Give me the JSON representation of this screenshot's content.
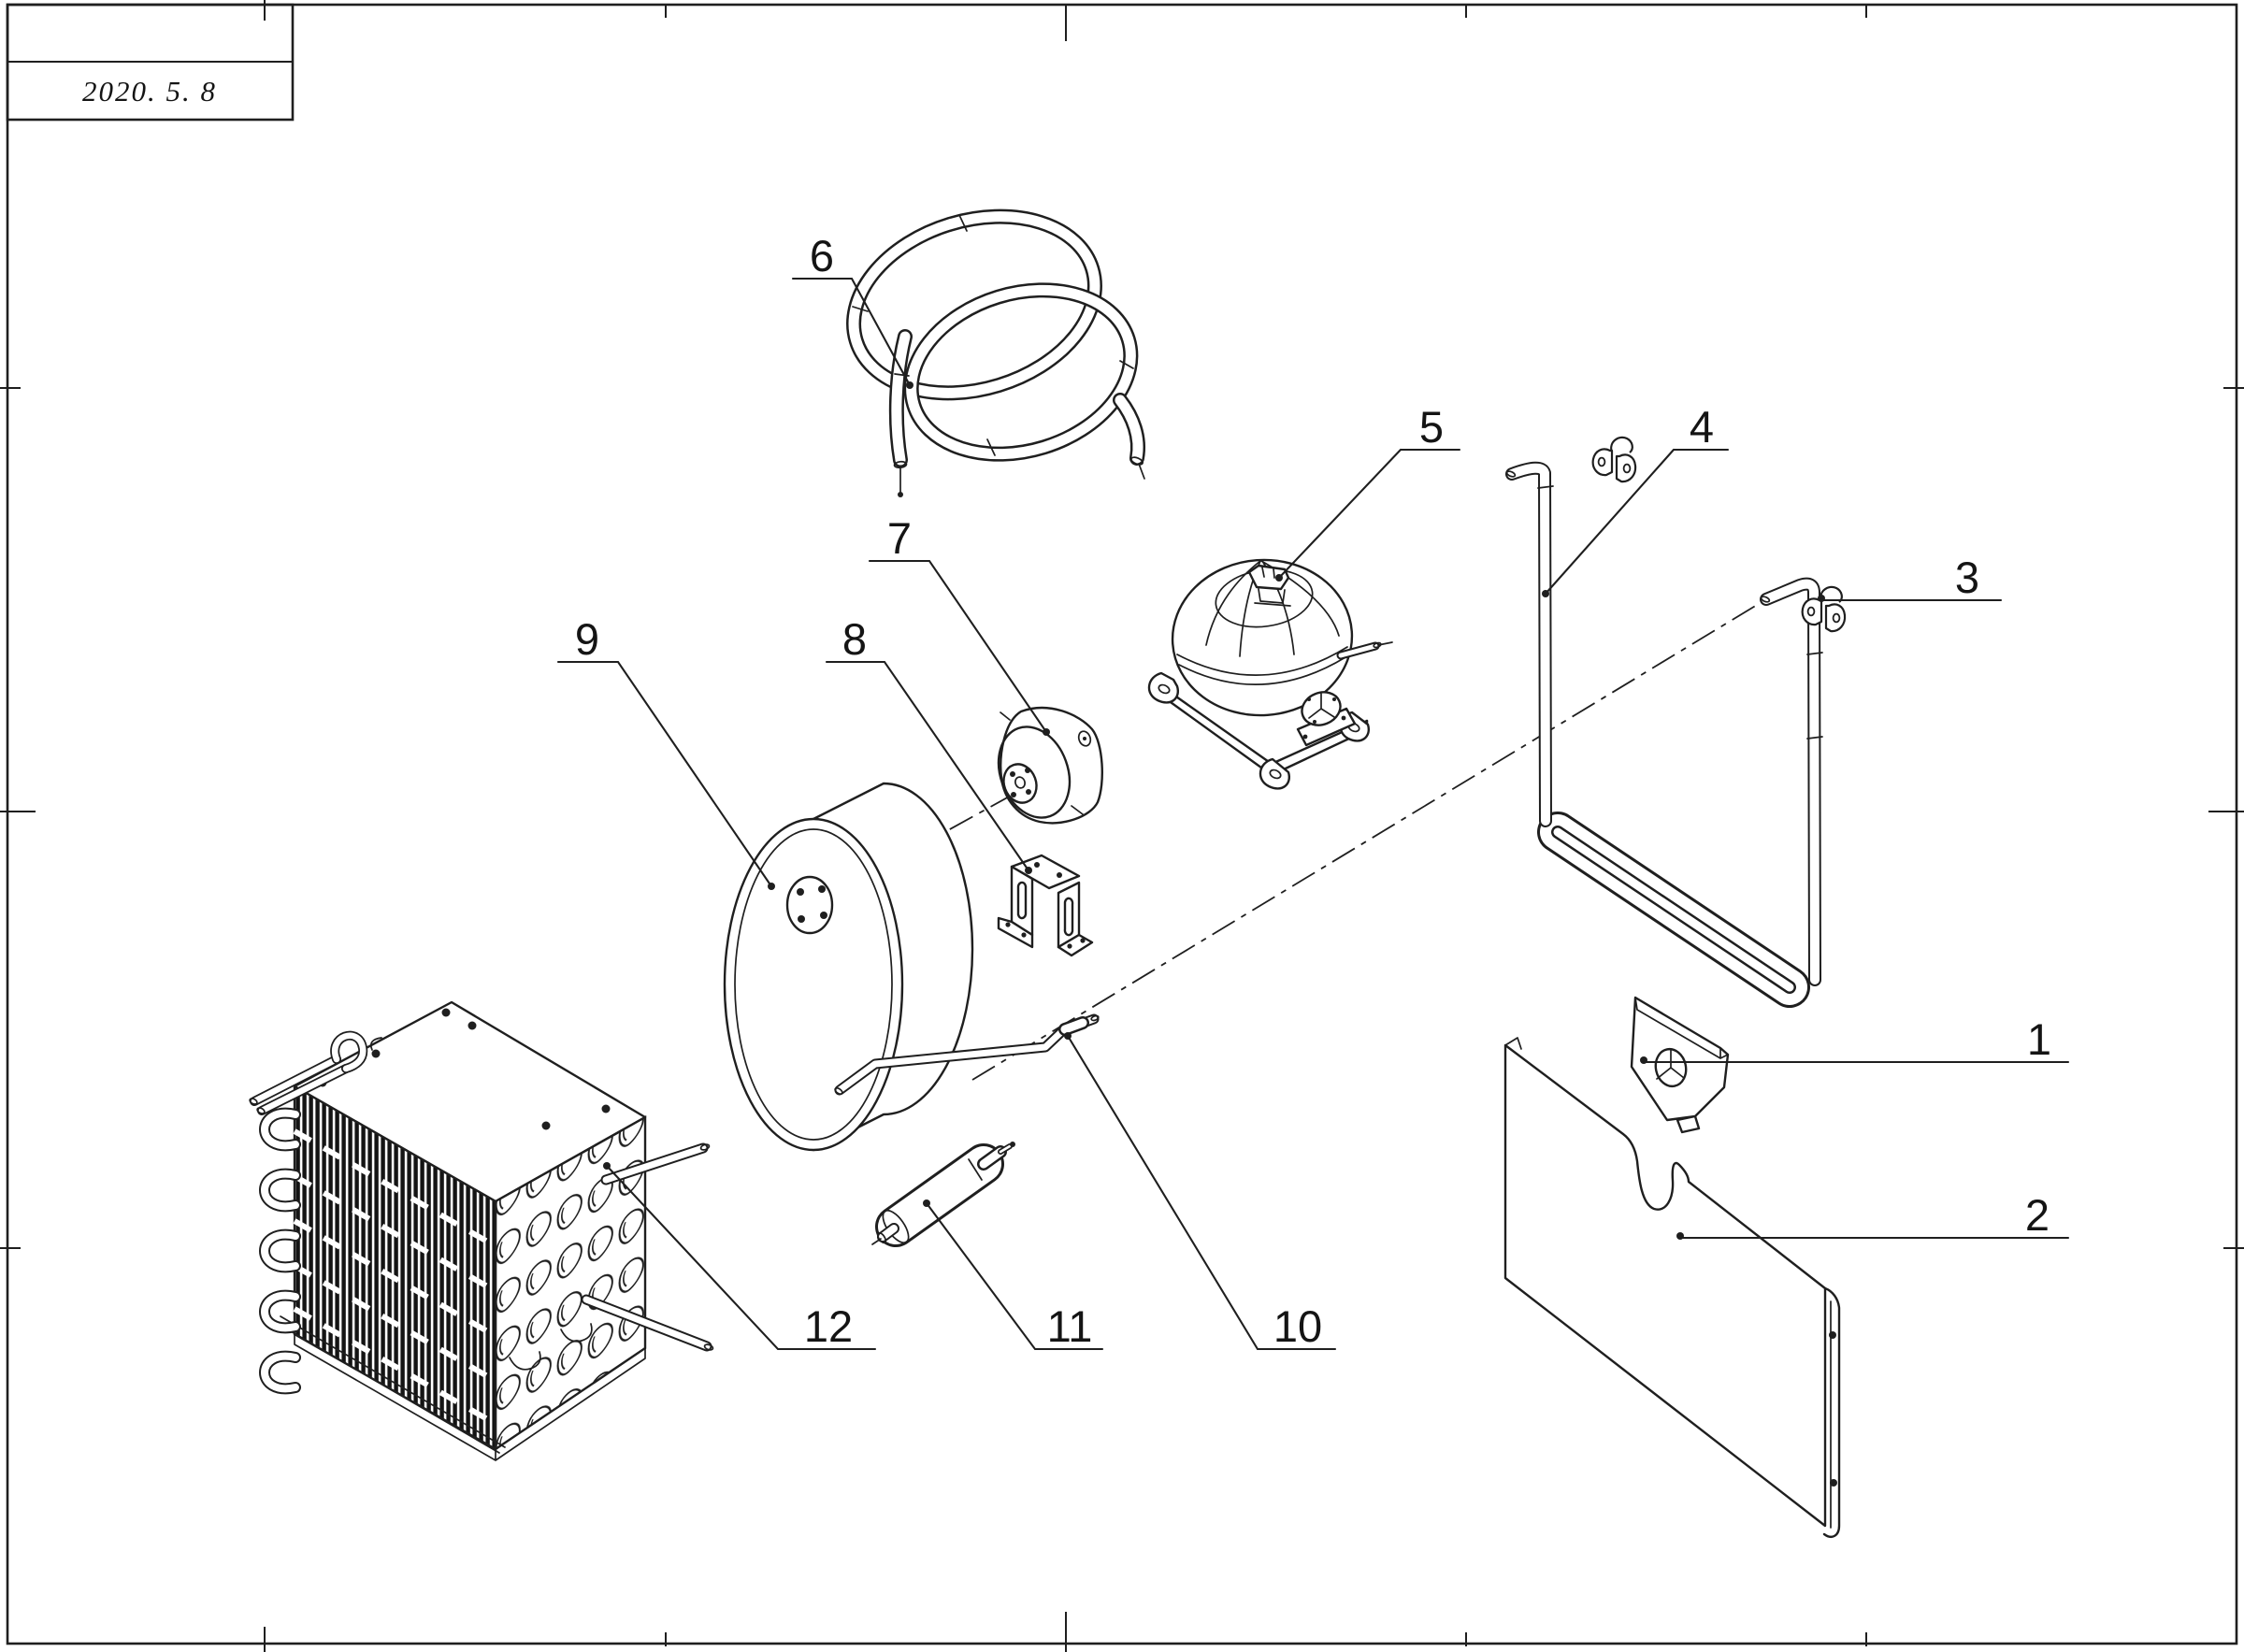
{
  "page": {
    "background_color": "#ffffff",
    "line_color": "#1f1f1f",
    "kind": "exploded-parts-line-drawing"
  },
  "title_block": {
    "date": "2020. 5. 8"
  },
  "callouts": [
    {
      "number": "1"
    },
    {
      "number": "2"
    },
    {
      "number": "3"
    },
    {
      "number": "4"
    },
    {
      "number": "5"
    },
    {
      "number": "6"
    },
    {
      "number": "7"
    },
    {
      "number": "8"
    },
    {
      "number": "9"
    },
    {
      "number": "10"
    },
    {
      "number": "11"
    },
    {
      "number": "12"
    }
  ]
}
